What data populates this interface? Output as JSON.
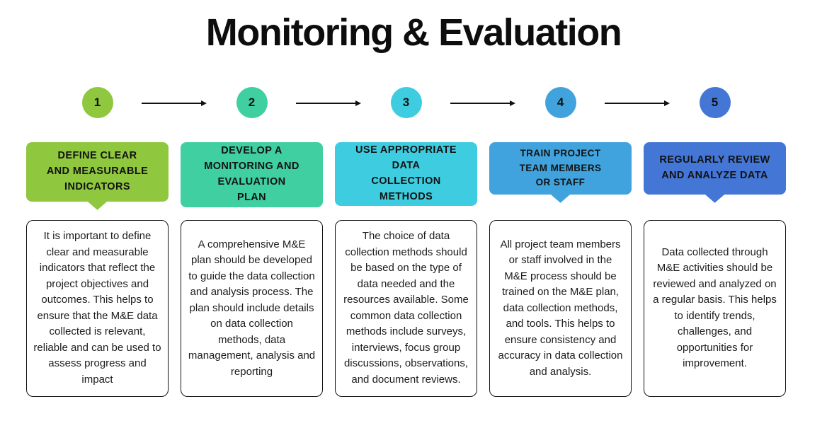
{
  "page": {
    "title": "Monitoring & Evaluation",
    "background": "#ffffff",
    "arrow_color": "#111111",
    "text_color": "#111111"
  },
  "steps": [
    {
      "number": "1",
      "color": "#8FC73E",
      "title": "DEFINE CLEAR\nAND MEASURABLE\nINDICATORS",
      "description": "It is important to define clear and measurable indicators that reflect the project objectives and outcomes. This helps to ensure that the M&E data collected is relevant, reliable and can be used to assess progress and impact",
      "has_tail": true
    },
    {
      "number": "2",
      "color": "#3FCFA0",
      "title": "DEVELOP A\nMONITORING AND\nEVALUATION\nPLAN",
      "description": "A comprehensive M&E plan should be developed to guide the data collection and analysis process. The plan should include details on data collection methods, data management, analysis and reporting",
      "has_tail": false
    },
    {
      "number": "3",
      "color": "#3ECDE0",
      "title": "USE APPROPRIATE\nDATA\nCOLLECTION\nMETHODS",
      "description": "The choice of data collection methods should be based on the type of data needed and the resources available. Some common data collection methods include surveys, interviews, focus group discussions, observations, and document reviews.",
      "has_tail": false
    },
    {
      "number": "4",
      "color": "#41A3DD",
      "title": "TRAIN PROJECT\nTEAM MEMBERS\nOR STAFF",
      "description": "All project team members or staff involved in the M&E process should be trained on the M&E plan, data collection methods, and tools. This helps to ensure consistency and accuracy in data collection and analysis.",
      "has_tail": true
    },
    {
      "number": "5",
      "color": "#4476D5",
      "title": "REGULARLY REVIEW\nAND ANALYZE DATA",
      "description": "Data collected through M&E activities should be reviewed and analyzed on a regular basis. This helps to identify trends, challenges, and opportunities for improvement.",
      "has_tail": true
    }
  ]
}
